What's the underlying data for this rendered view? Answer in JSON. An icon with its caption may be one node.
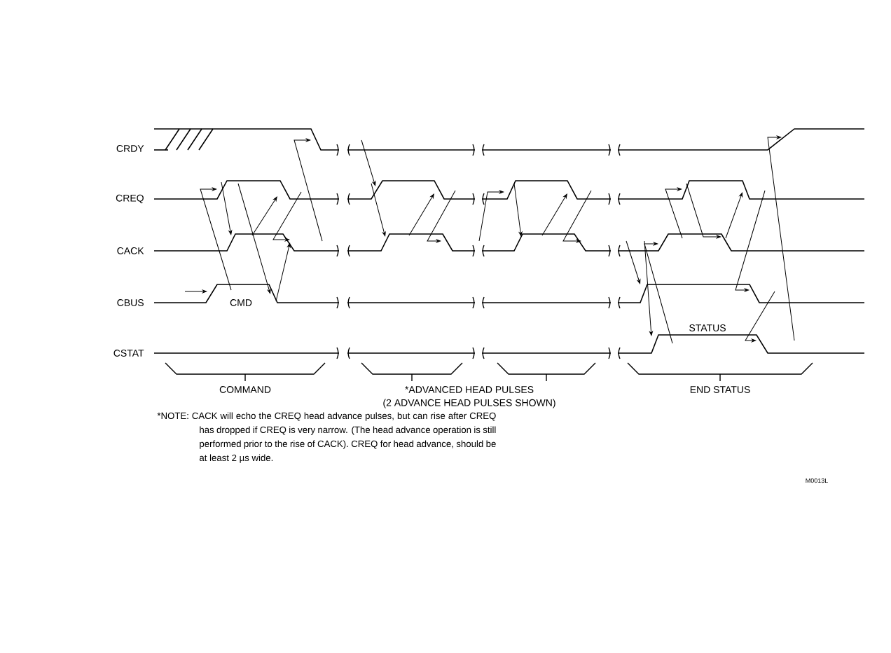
{
  "diagram": {
    "labels": [
      "CRDY",
      "CREQ",
      "CACK",
      "CBUS",
      "CSTAT",
      "CMD",
      "STATUS",
      "COMMAND",
      "*ADVANCED HEAD PULSES",
      "(2 ADVANCE HEAD PULSES SHOWN)",
      "END STATUS",
      "*NOTE: CACK will echo the CREQ head advance pulses, but can rise after CREQ has dropped if CREQ is very narrow. (The head advance operation is still performed prior to the rise of CACK). CREQ for head advance, should be at least 2 µs wide.",
      "M0013L"
    ]
  }
}
